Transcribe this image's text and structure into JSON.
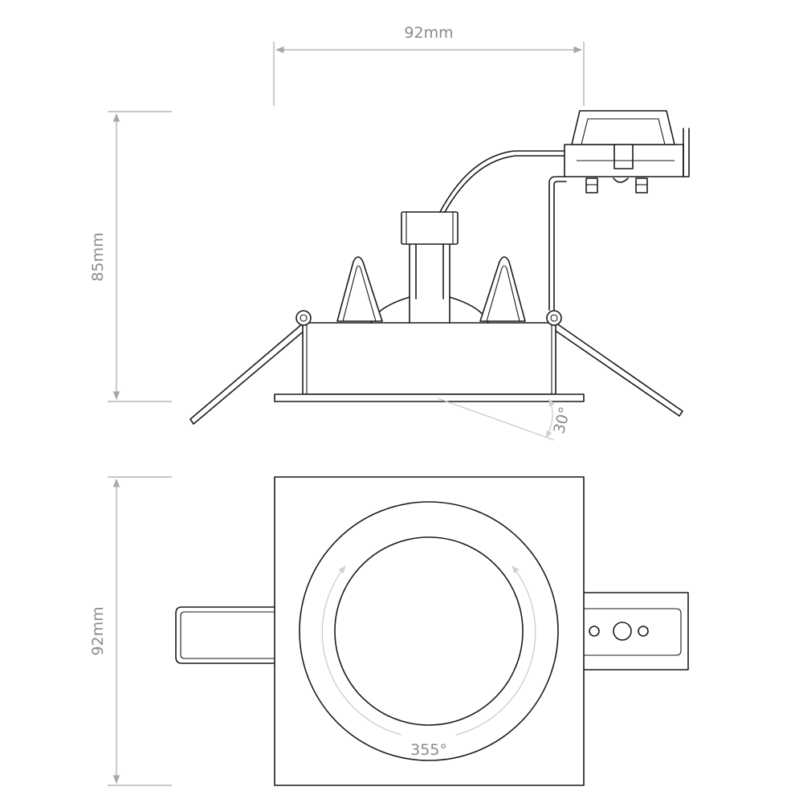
{
  "dimensions": {
    "top_width": "92mm",
    "side_height": "85mm",
    "plan_height": "92mm",
    "tilt_angle": "30°",
    "rotation_angle": "355°"
  },
  "colors": {
    "line": "#1a1a1a",
    "dimension": "#a8a8a8",
    "dimension_text": "#8a8a8a"
  }
}
